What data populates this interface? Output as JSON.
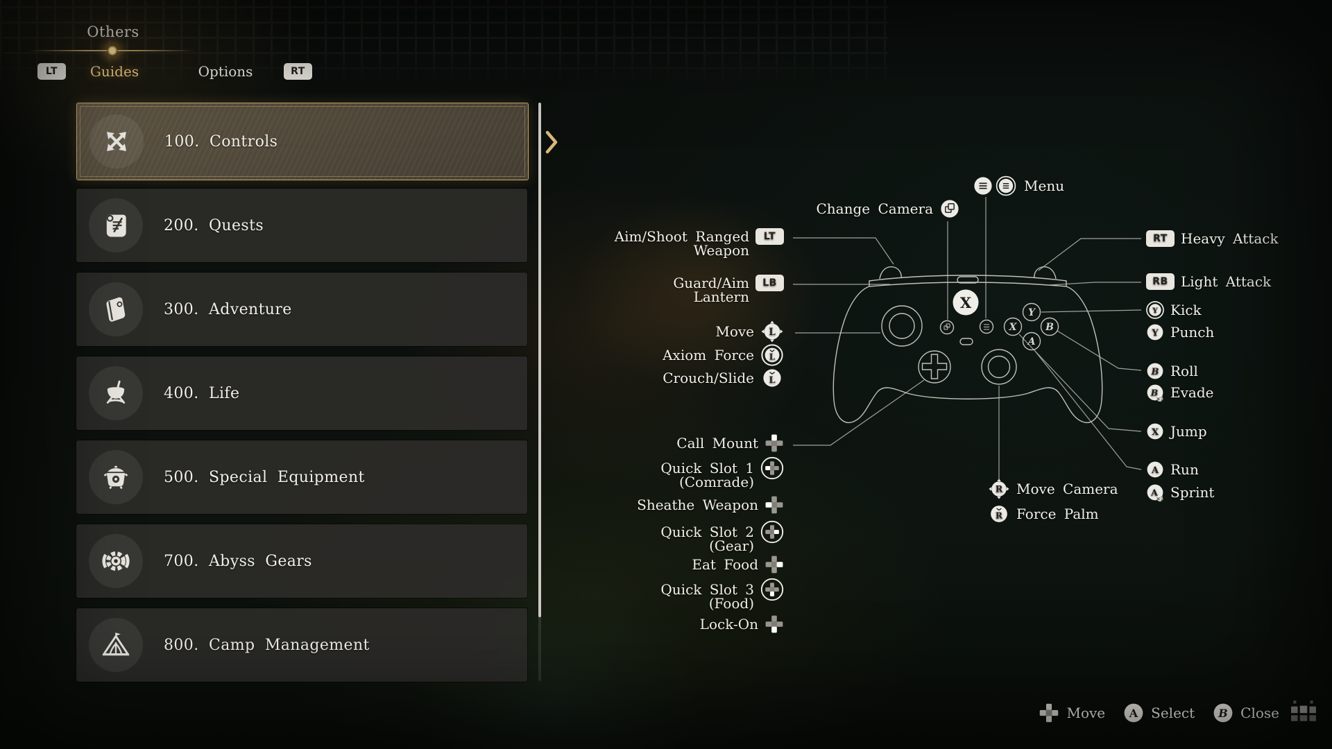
{
  "header": {
    "title": "Others",
    "prev_key": "LT",
    "next_key": "RT",
    "tabs": [
      {
        "label": "Guides",
        "active": true
      },
      {
        "label": "Options",
        "active": false
      }
    ]
  },
  "guide_list": {
    "items": [
      {
        "label": "100. Controls",
        "icon": "move-arrows-icon",
        "selected": true
      },
      {
        "label": "200. Quests",
        "icon": "scroll-icon",
        "selected": false
      },
      {
        "label": "300. Adventure",
        "icon": "book-icon",
        "selected": false
      },
      {
        "label": "400. Life",
        "icon": "cauldron-icon",
        "selected": false
      },
      {
        "label": "500. Special Equipment",
        "icon": "incense-pot-icon",
        "selected": false
      },
      {
        "label": "700. Abyss Gears",
        "icon": "gear-icon",
        "selected": false
      },
      {
        "label": "800. Camp Management",
        "icon": "tent-icon",
        "selected": false
      }
    ]
  },
  "controller_map": {
    "top_labels": [
      {
        "label": "Menu",
        "button": "menu-button"
      },
      {
        "label": "Change Camera",
        "button": "view-button"
      }
    ],
    "left_labels": [
      {
        "line1": "Aim/Shoot Ranged",
        "line2": "Weapon",
        "button": "LT"
      },
      {
        "line1": "Guard/Aim",
        "line2": "Lantern",
        "button": "LB"
      },
      {
        "line1": "Move",
        "button": "left-stick"
      },
      {
        "line1": "Axiom Force",
        "button": "left-stick-hold"
      },
      {
        "line1": "Crouch/Slide",
        "button": "left-stick-press"
      },
      {
        "line1": "Call Mount",
        "button": "dpad-up"
      },
      {
        "line1": "Quick Slot 1",
        "line2": "(Comrade)",
        "button": "dpad-left-hold"
      },
      {
        "line1": "Sheathe Weapon",
        "button": "dpad-left"
      },
      {
        "line1": "Quick Slot 2",
        "line2": "(Gear)",
        "button": "dpad-right-hold"
      },
      {
        "line1": "Eat Food",
        "button": "dpad-right"
      },
      {
        "line1": "Quick Slot 3",
        "line2": "(Food)",
        "button": "dpad-down-hold"
      },
      {
        "line1": "Lock-On",
        "button": "dpad-down"
      }
    ],
    "right_labels": [
      {
        "label": "Heavy Attack",
        "button": "RT"
      },
      {
        "label": "Light Attack",
        "button": "RB"
      },
      {
        "label": "Kick",
        "button": "Y-hold"
      },
      {
        "label": "Punch",
        "button": "Y"
      },
      {
        "label": "Roll",
        "button": "B"
      },
      {
        "label": "Evade",
        "button": "B-x2"
      },
      {
        "label": "Jump",
        "button": "X"
      },
      {
        "label": "Run",
        "button": "A"
      },
      {
        "label": "Sprint",
        "button": "A-x2"
      }
    ],
    "bottom_labels": [
      {
        "label": "Move Camera",
        "button": "right-stick"
      },
      {
        "label": "Force Palm",
        "button": "right-stick-press"
      }
    ],
    "button_letters": {
      "a": "A",
      "b": "B",
      "x": "X",
      "y": "Y",
      "l": "L",
      "r": "R",
      "x2": "×2"
    }
  },
  "footer": {
    "hints": [
      {
        "label": "Move",
        "button": "dpad"
      },
      {
        "label": "Select",
        "button": "A"
      },
      {
        "label": "Close",
        "button": "B"
      }
    ]
  },
  "colors": {
    "accent_gold": "#d9b87c",
    "selected_border": "#c8a86a",
    "badge_bg": "#e9e6df",
    "controller_line": "#c3c1bb"
  }
}
